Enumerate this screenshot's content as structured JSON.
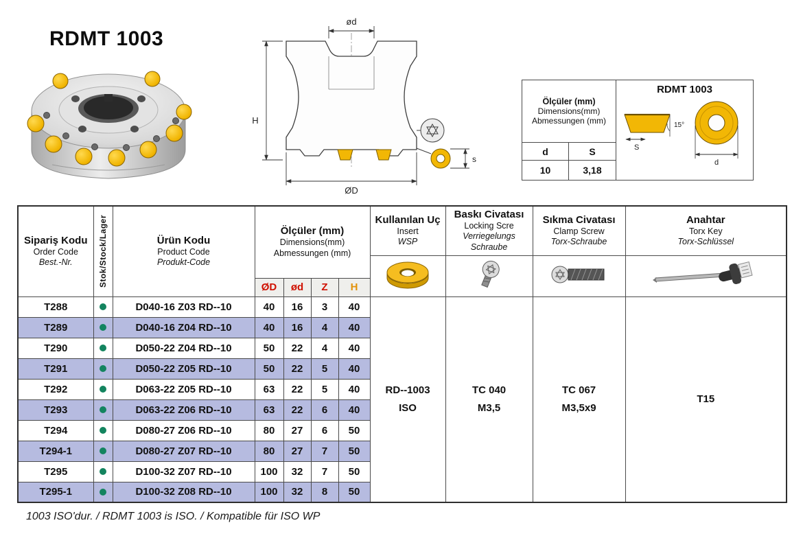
{
  "page": {
    "title": "RDMT 1003",
    "footer": "1003 ISO'dur. / RDMT 1003 is ISO. / Kompatible für ISO WP"
  },
  "colors": {
    "insert_yellow": "#f2b705",
    "row_stripe": "#b6bbe0",
    "stock_dot_green": "#13845f",
    "dim_red": "#cf1000",
    "dim_orange": "#e2920a"
  },
  "drawing": {
    "od_small": "ød",
    "h": "H",
    "od_big": "ØD",
    "s": "s"
  },
  "dim_box": {
    "line1": "Ölçüler (mm)",
    "line2": "Dimensions(mm)",
    "line3": "Abmessungen (mm)",
    "d_label": "d",
    "s_label": "S",
    "d_value": "10",
    "s_value": "3,18",
    "insert_title": "RDMT 1003",
    "angle": "15°",
    "side_s": "S",
    "top_d": "d"
  },
  "table": {
    "headers": {
      "order": {
        "tr": "Sipariş Kodu",
        "en": "Order Code",
        "de": "Best.-Nr."
      },
      "stock": "Stok/Stock/Lager",
      "product": {
        "tr": "Ürün Kodu",
        "en": "Product Code",
        "de": "Produkt-Code"
      },
      "dims": {
        "tr": "Ölçüler (mm)",
        "en": "Dimensions(mm)",
        "de": "Abmessungen (mm)"
      },
      "sub": {
        "od_big": "ØD",
        "od_small": "ød",
        "z": "Z",
        "h": "H"
      },
      "insert": {
        "tr": "Kullanılan Uç",
        "en": "Insert",
        "de": "WSP"
      },
      "locking": {
        "tr": "Baskı Civatası",
        "en": "Locking Scre",
        "de": "Verriegelungs Schraube"
      },
      "clamp": {
        "tr": "Sıkma Civatası",
        "en": "Clamp Screw",
        "de": "Torx-Schraube"
      },
      "key": {
        "tr": "Anahtar",
        "en": "Torx Key",
        "de": "Torx-Schlüssel"
      }
    },
    "merged": {
      "insert": [
        "RD--1003",
        "ISO"
      ],
      "locking": [
        "TC 040",
        "M3,5"
      ],
      "clamp": [
        "TC 067",
        "M3,5x9"
      ],
      "key": [
        "T15"
      ]
    },
    "rows": [
      {
        "code": "T288",
        "product": "D040-16 Z03 RD--10",
        "od": "40",
        "d": "16",
        "z": "3",
        "h": "40"
      },
      {
        "code": "T289",
        "product": "D040-16 Z04 RD--10",
        "od": "40",
        "d": "16",
        "z": "4",
        "h": "40"
      },
      {
        "code": "T290",
        "product": "D050-22 Z04 RD--10",
        "od": "50",
        "d": "22",
        "z": "4",
        "h": "40"
      },
      {
        "code": "T291",
        "product": "D050-22 Z05 RD--10",
        "od": "50",
        "d": "22",
        "z": "5",
        "h": "40"
      },
      {
        "code": "T292",
        "product": "D063-22 Z05 RD--10",
        "od": "63",
        "d": "22",
        "z": "5",
        "h": "40"
      },
      {
        "code": "T293",
        "product": "D063-22 Z06 RD--10",
        "od": "63",
        "d": "22",
        "z": "6",
        "h": "40"
      },
      {
        "code": "T294",
        "product": "D080-27 Z06 RD--10",
        "od": "80",
        "d": "27",
        "z": "6",
        "h": "50"
      },
      {
        "code": "T294-1",
        "product": "D080-27 Z07 RD--10",
        "od": "80",
        "d": "27",
        "z": "7",
        "h": "50"
      },
      {
        "code": "T295",
        "product": "D100-32 Z07 RD--10",
        "od": "100",
        "d": "32",
        "z": "7",
        "h": "50"
      },
      {
        "code": "T295-1",
        "product": "D100-32 Z08 RD--10",
        "od": "100",
        "d": "32",
        "z": "8",
        "h": "50"
      }
    ]
  }
}
